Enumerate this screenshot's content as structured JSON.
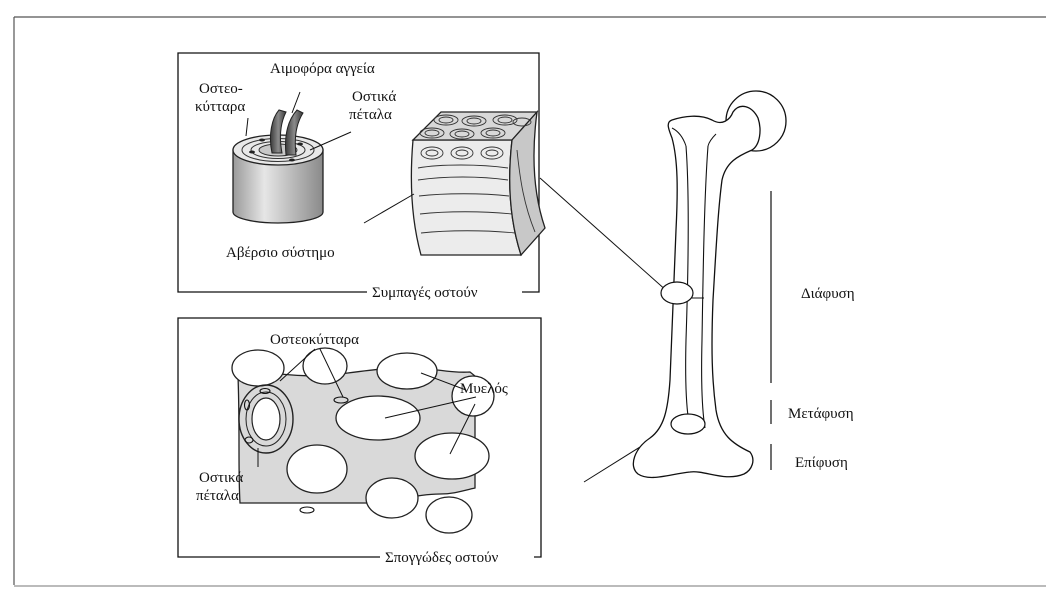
{
  "compact_bone": {
    "caption": "Συμπαγές οστούν",
    "labels": {
      "blood_vessels": "Αιμοφόρα αγγεία",
      "osteocytes_line1": "Οστεο-",
      "osteocytes_line2": "κύτταρα",
      "lamellae_line1": "Οστικά",
      "lamellae_line2": "πέταλα",
      "haversian_system": "Αβέρσιο σύστημο"
    }
  },
  "spongy_bone": {
    "caption": "Σπογγώδες οστούν",
    "labels": {
      "osteocytes": "Οστεοκύτταρα",
      "marrow": "Μυελός",
      "lamellae_line1": "Οστικά",
      "lamellae_line2": "πέταλα"
    }
  },
  "long_bone": {
    "regions": {
      "diaphysis": "Διάφυση",
      "metaphysis": "Μετάφυση",
      "epiphysis": "Επίφυση"
    }
  },
  "colors": {
    "ink": "#111111",
    "grey_fill": "#d9d9d9",
    "dark_vessel": "#5a5a5a",
    "background": "#ffffff"
  }
}
